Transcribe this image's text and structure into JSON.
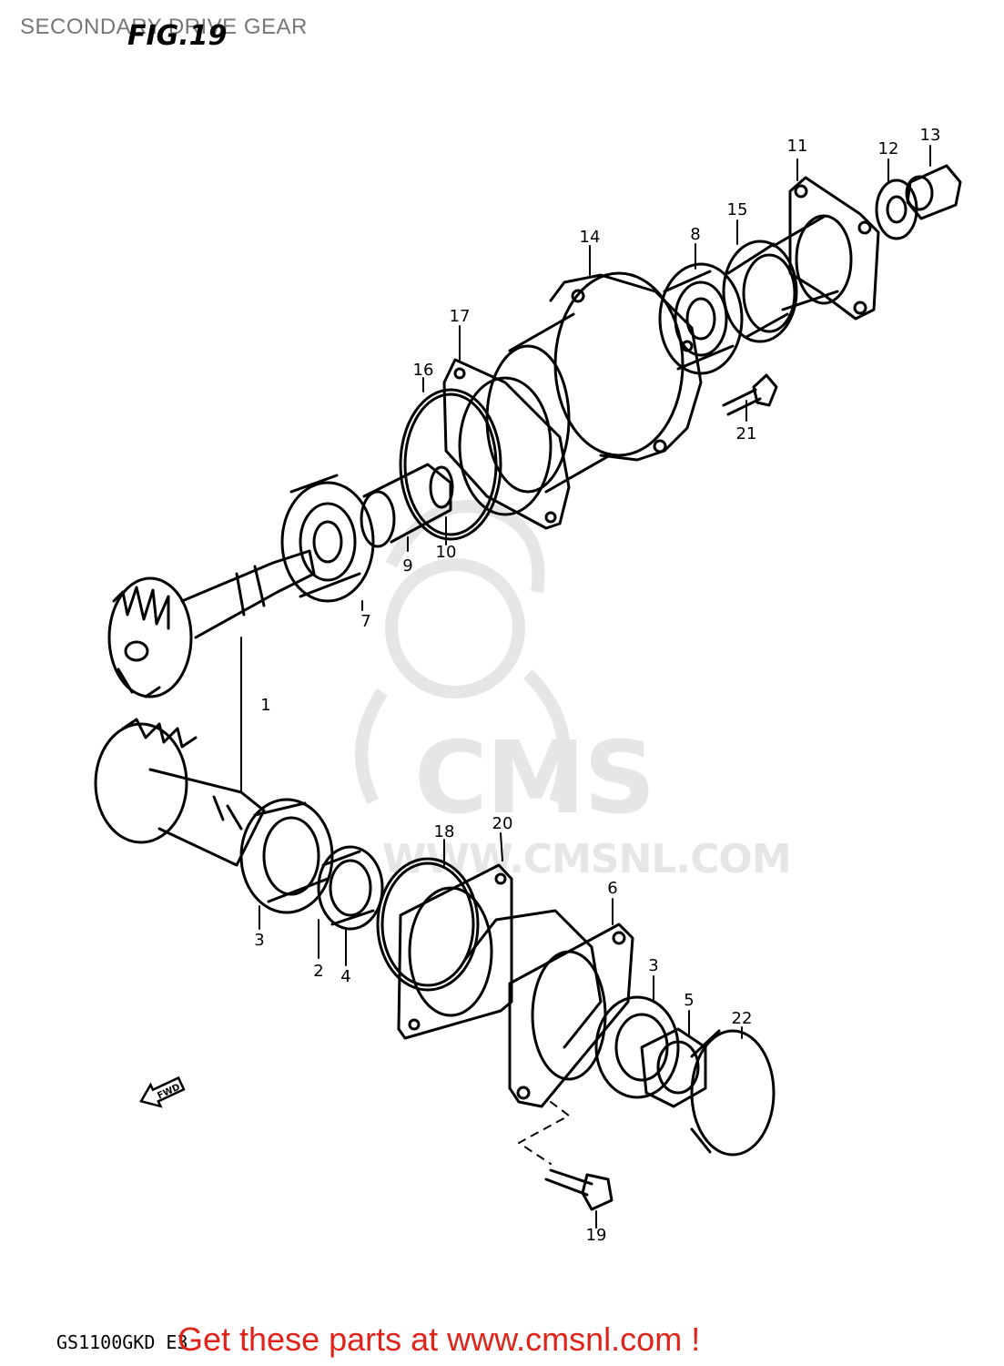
{
  "page": {
    "title": "SECONDARY DRIVE GEAR",
    "figure_label": "FIG.19",
    "model_code": "GS1100GKD E3",
    "cta": "Get these parts at www.cmsnl.com !"
  },
  "watermark": {
    "brand": "CMS",
    "url": "WWW.CMSNL.COM"
  },
  "direction_marker": "FWD",
  "callouts": [
    "1",
    "2",
    "3",
    "3",
    "4",
    "5",
    "6",
    "7",
    "8",
    "9",
    "10",
    "11",
    "12",
    "13",
    "14",
    "15",
    "16",
    "17",
    "18",
    "19",
    "20",
    "21",
    "22"
  ],
  "colors": {
    "line": "#000000",
    "title": "#777777",
    "cta": "#e0231a",
    "watermark": "#e6e6e6"
  }
}
